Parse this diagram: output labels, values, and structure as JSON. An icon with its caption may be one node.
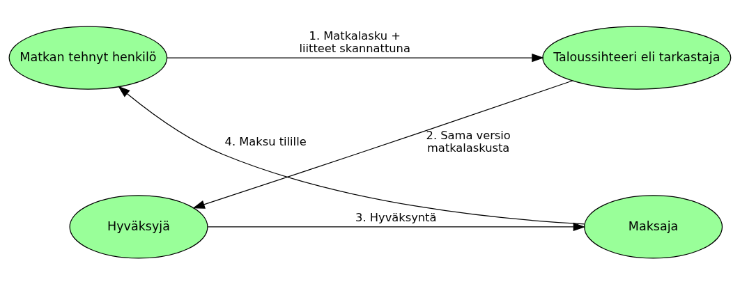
{
  "diagram": {
    "nodes": [
      {
        "text": [
          "Matkan tehnyt henkilö"
        ]
      },
      {
        "text": [
          "Taloussihteeri eli tarkastaja"
        ]
      },
      {
        "text": [
          "Hyväksyjä"
        ]
      },
      {
        "text": [
          "Maksaja"
        ]
      }
    ],
    "edges": [
      {
        "from": 0,
        "to": 1,
        "arrow": "to",
        "label": "1. Matkalasku + liitteet skannattuna"
      },
      {
        "from": 1,
        "to": 2,
        "arrow": "to",
        "label": "2. Sama versio matkalaskusta"
      },
      {
        "from": 2,
        "to": 3,
        "arrow": "to",
        "label": "3. Hyväksyntä"
      },
      {
        "from": 3,
        "to": 0,
        "arrow": "to",
        "label": "4. Maksu tilille"
      }
    ]
  }
}
